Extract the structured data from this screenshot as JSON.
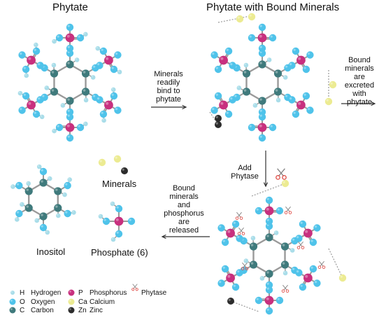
{
  "titles": {
    "phytate": "Phytate",
    "phytate_bound": "Phytate with Bound Minerals"
  },
  "steps": {
    "bind": [
      "Minerals",
      "readily",
      "bind to",
      "phytate"
    ],
    "excreted": [
      "Bound",
      "minerals",
      "are",
      "excreted",
      "with",
      "phytate"
    ],
    "add": [
      "Add",
      "Phytase"
    ],
    "released": [
      "Bound",
      "minerals",
      "and",
      "phosphorus",
      "are",
      "released"
    ]
  },
  "products": {
    "minerals": "Minerals",
    "inositol": "Inositol",
    "phosphate": "Phosphate (6)"
  },
  "legend": [
    {
      "symbol": "H",
      "name": "Hydrogen",
      "color": "#a9dde9"
    },
    {
      "symbol": "O",
      "name": "Oxygen",
      "color": "#4fc3ea"
    },
    {
      "symbol": "C",
      "name": "Carbon",
      "color": "#3f7a7c"
    },
    {
      "symbol": "P",
      "name": "Phosphorus",
      "color": "#c8307e"
    },
    {
      "symbol": "Ca",
      "name": "Calcium",
      "color": "#eceb92"
    },
    {
      "symbol": "Zn",
      "name": "Zinc",
      "color": "#2c2c2c"
    }
  ],
  "legend_enzyme": {
    "name": "Phytase",
    "icon": "scissors-icon",
    "color": "#e0504a"
  },
  "colors": {
    "bond": "#9a9a9a",
    "arrow": "#333333"
  }
}
